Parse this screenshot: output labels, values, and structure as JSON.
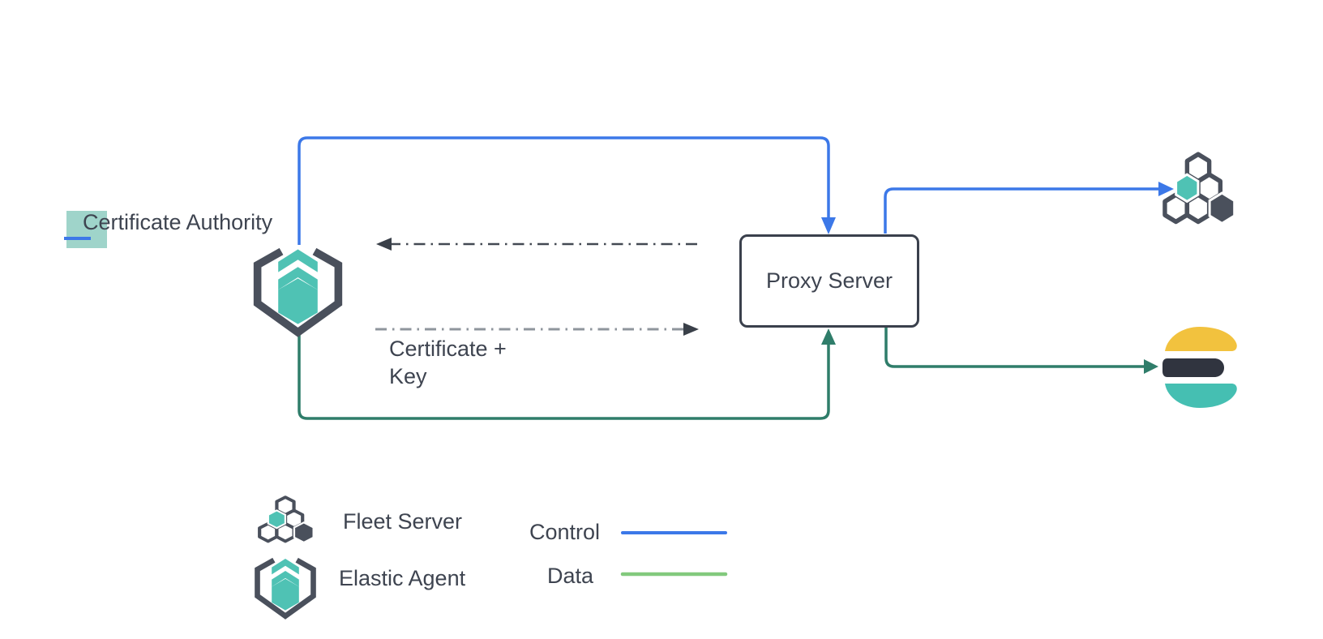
{
  "diagram": {
    "certificate_authority_label": "Certificate Authority",
    "proxy_server_label": "Proxy Server",
    "certificate_key_label": {
      "line1": "Certificate +",
      "line2": "Key"
    },
    "legend": {
      "items": [
        {
          "icon": "fleet-server-icon",
          "label": "Fleet Server"
        },
        {
          "icon": "elastic-agent-icon",
          "label": "Elastic Agent"
        }
      ],
      "lines": [
        {
          "label": "Control",
          "color": "#3C78E8"
        },
        {
          "label": "Data",
          "color": "#82C97D"
        }
      ]
    },
    "colors": {
      "control": "#3C78E8",
      "data": "#2F7D6A",
      "dash_dark": "#434952",
      "dash_light": "#8F959C",
      "arrow_dark": "#3A4049",
      "icon_outline": "#4A505C",
      "icon_teal": "#4FC2B4",
      "es_yellow": "#F2C23E",
      "es_dark": "#30343F",
      "es_teal": "#45BFB2",
      "text": "#3E4450",
      "cursor_highlight": "#9FD4CA"
    }
  }
}
